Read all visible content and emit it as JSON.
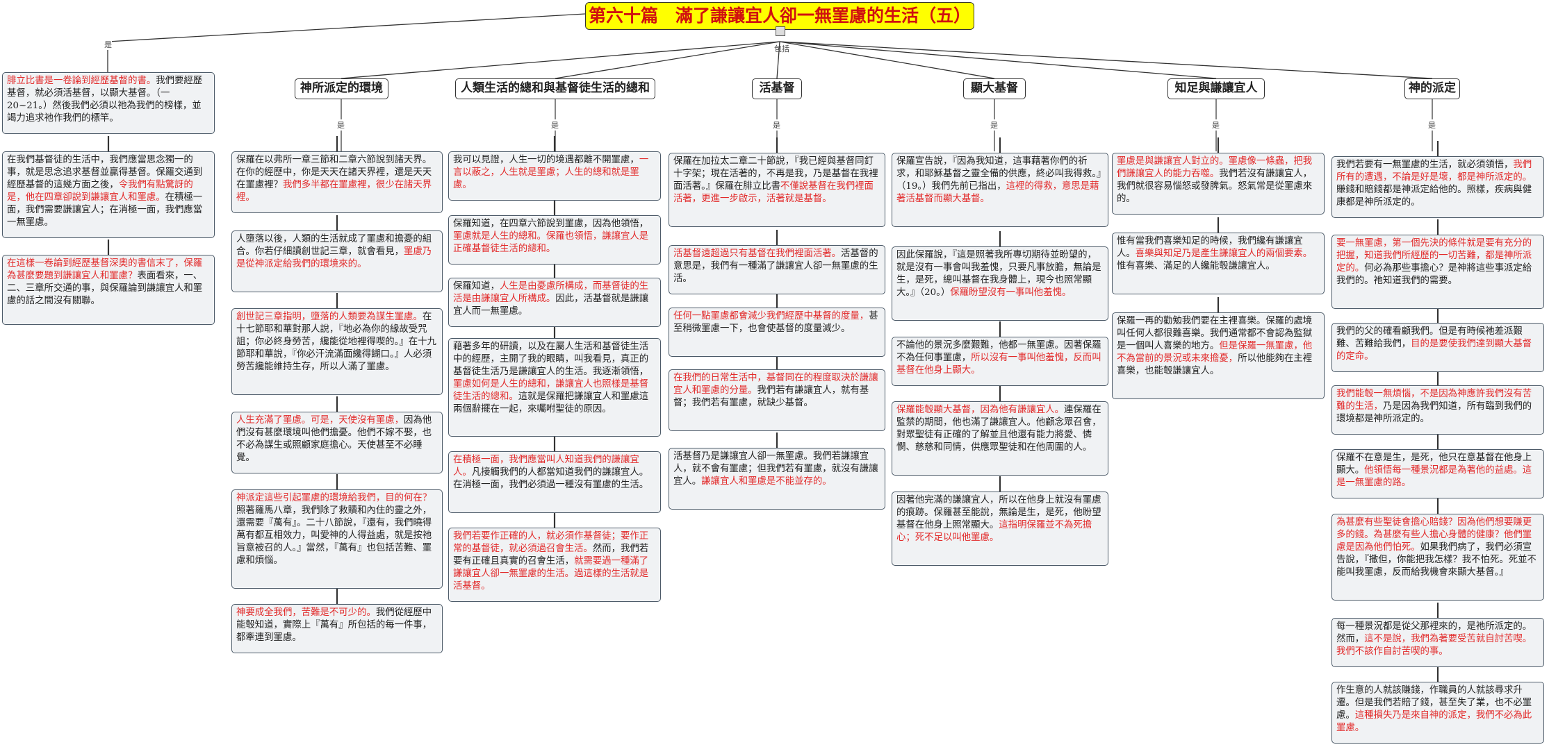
{
  "title": "第六十篇　滿了謙讓宜人卻一無罣慮的生活（五）",
  "connector": {
    "left": "是",
    "hub": "包括",
    "sub": "是"
  },
  "columns": [
    {
      "id": "intro",
      "heading": "",
      "boxes": [
        [
          {
            "t": "腓立比書是一卷論到經歷基督的書。",
            "r": true
          },
          {
            "t": "我們要經歷基督，就必須活基督，以顯大基督。（一20~21。）然後我們必須以祂為我們的榜樣，並竭力追求祂作我們的標竿。",
            "r": false
          }
        ],
        [
          {
            "t": "在我們基督徒的生活中，我們應當思念獨一的事，就是思念追求基督並贏得基督。保羅交通到經歷基督的這幾方面之後，",
            "r": false
          },
          {
            "t": "令我們有點驚訝的是，他在四章卻說到謙讓宜人和罣慮。",
            "r": true
          },
          {
            "t": "在積極一面，我們需要謙讓宜人；在消極一面，我們應當一無罣慮。",
            "r": false
          }
        ],
        [
          {
            "t": "在這樣一卷論到經歷基督深奧的書信末了，保羅為甚麼要題到謙讓宜人和罣慮？",
            "r": true
          },
          {
            "t": "表面看來，一、二、三章所交通的事，與保羅論到謙讓宜人和罣慮的話之間沒有關聯。",
            "r": false
          }
        ]
      ]
    },
    {
      "id": "env",
      "heading": "神所派定的環境",
      "boxes": [
        [
          {
            "t": "保羅在以弗所一章三節和二章六節說到諸天界。在你的經歷中，你是天天在諸天界裡，還是天天在罣慮裡？",
            "r": false
          },
          {
            "t": "我們多半都在罣慮裡，很少在諸天界裡。",
            "r": true
          }
        ],
        [
          {
            "t": "人墮落以後，人類的生活就成了罣慮和擔憂的組合。你若仔細讀創世記三章，就會看見，",
            "r": false
          },
          {
            "t": "罣慮乃是從神派定給我們的環境來的。",
            "r": true
          }
        ],
        [
          {
            "t": "創世記三章指明，墮落的人類要為謀生罣慮。",
            "r": true
          },
          {
            "t": "在十七節耶和華對那人說，『地必為你的緣故受咒詛；你必終身勞苦，纔能從地裡得喫的。』在十九節耶和華說，『你必汗流滿面纔得餬口。』人必須勞苦纔能維持生存，所以人滿了罣慮。",
            "r": false
          }
        ],
        [
          {
            "t": "人生充滿了罣慮。可是，天使沒有罣慮，",
            "r": true
          },
          {
            "t": "因為他們沒有甚麼環境叫他們擔憂。他們不嫁不娶，也不必為謀生或照顧家庭擔心。天使甚至不必睡覺。",
            "r": false
          }
        ],
        [
          {
            "t": "神派定這些引起罣慮的環境給我們，目的何在？",
            "r": true
          },
          {
            "t": "照著羅馬八章，我們除了救贖和內住的靈之外，還需要『萬有』。二十八節說，『還有，我們曉得萬有都互相效力，叫愛神的人得益處，就是按祂旨意被召的人。』當然，『萬有』也包括苦難、罣慮和煩惱。",
            "r": false
          }
        ],
        [
          {
            "t": "神要成全我們，苦難是不可少的。",
            "r": true
          },
          {
            "t": "我們從經歷中能彀知道，實際上『萬有』所包括的每一件事，都牽連到罣慮。",
            "r": false
          }
        ]
      ]
    },
    {
      "id": "sum",
      "heading": "人類生活的總和與基督徒生活的總和",
      "boxes": [
        [
          {
            "t": "我可以見證，人生一切的境遇都離不開罣慮，",
            "r": false
          },
          {
            "t": "一言以蔽之，人生就是罣慮；人生的總和就是罣慮。",
            "r": true
          }
        ],
        [
          {
            "t": "保羅知道，在四章六節說到罣慮，因為他領悟，",
            "r": false
          },
          {
            "t": "罣慮就是人生的總和。保羅也領悟，謙讓宜人是正確基督徒生活的總和。",
            "r": true
          }
        ],
        [
          {
            "t": "保羅知道，",
            "r": false
          },
          {
            "t": "人生是由憂慮所構成，而基督徒的生活是由謙讓宜人所構成。",
            "r": true
          },
          {
            "t": "因此，活基督就是謙讓宜人而一無罣慮。",
            "r": false
          }
        ],
        [
          {
            "t": "藉著多年的研讀，以及在屬人生活和基督徒生活中的經歷，主開了我的眼睛，叫我看見，真正的基督徒生活乃是謙讓宜人的生活。我逐漸領悟，",
            "r": false
          },
          {
            "t": "罣慮如何是人生的總和，謙讓宜人也照樣是基督徒生活的總和。",
            "r": true
          },
          {
            "t": "這就是保羅把謙讓宜人和罣慮這兩個辭擺在一起，來囑咐聖徒的原因。",
            "r": false
          }
        ],
        [
          {
            "t": "在積極一面，我們應當叫人知道我們的謙讓宜人。",
            "r": true
          },
          {
            "t": "凡接觸我們的人都當知道我們的謙讓宜人。在消極一面，我們必須過一種沒有罣慮的生活。",
            "r": false
          }
        ],
        [
          {
            "t": "我們若要作正確的人，就必須作基督徒；要作正常的基督徒，就必須過召會生活。",
            "r": true
          },
          {
            "t": "然而，我們若要有正確且真實的召會生活，",
            "r": false
          },
          {
            "t": "就需要過一種滿了謙讓宜人卻一無罣慮的生活。過這樣的生活就是活基督。",
            "r": true
          }
        ]
      ]
    },
    {
      "id": "live",
      "heading": "活基督",
      "boxes": [
        [
          {
            "t": "保羅在加拉太二章二十節說，『我已經與基督同釘十字架；現在活著的，不再是我，乃是基督在我裡面活著。』保羅在腓立比書",
            "r": false
          },
          {
            "t": "不僅說基督在我們裡面活著，更進一步啟示，活著就是基督。",
            "r": true
          }
        ],
        [
          {
            "t": "活基督遠超過只有基督在我們裡面活著。",
            "r": true
          },
          {
            "t": "活基督的意思是，我們有一種滿了謙讓宜人卻一無罣慮的生活。",
            "r": false
          }
        ],
        [
          {
            "t": "任何一點罣慮都會減少我們經歷中基督的度量，",
            "r": true
          },
          {
            "t": "甚至稍微罣慮一下，也會使基督的度量減少。",
            "r": false
          }
        ],
        [
          {
            "t": "在我們的日常生活中，基督同在的程度取決於謙讓宜人和罣慮的分量。",
            "r": true
          },
          {
            "t": "我們若有謙讓宜人，就有基督；我們若有罣慮，就缺少基督。",
            "r": false
          }
        ],
        [
          {
            "t": "活基督乃是謙讓宜人卻一無罣慮。我們若謙讓宜人，就不會有罣慮；但我們若有罣慮，就沒有謙讓宜人。",
            "r": false
          },
          {
            "t": "謙讓宜人和罣慮是不能並存的。",
            "r": true
          }
        ]
      ]
    },
    {
      "id": "magnify",
      "heading": "顯大基督",
      "boxes": [
        [
          {
            "t": "保羅宣告說，『因為我知道，這事藉著你們的祈求，和耶穌基督之靈全備的供應，終必叫我得救。』（19。）我們先前已指出，",
            "r": false
          },
          {
            "t": "這裡的得救，意思是藉著活基督而顯大基督。",
            "r": true
          }
        ],
        [
          {
            "t": "因此保羅說，『這是照著我所專切期待並盼望的，就是沒有一事會叫我羞愧，只要凡事放膽，無論是生，是死，總叫基督在我身體上，現今也照常顯大。』（20。）",
            "r": false
          },
          {
            "t": "保羅盼望沒有一事叫他羞愧。",
            "r": true
          }
        ],
        [
          {
            "t": "不論他的景況多麼艱難，他都一無罣慮。因著保羅不為任何事罣慮，",
            "r": false
          },
          {
            "t": "所以沒有一事叫他羞愧，反而叫基督在他身上顯大。",
            "r": true
          }
        ],
        [
          {
            "t": "保羅能彀顯大基督，因為他有謙讓宜人。",
            "r": true
          },
          {
            "t": "連保羅在監禁的期間，他也滿了謙讓宜人。他顧念眾召會，對眾聖徒有正確的了解並且他還有能力將愛、憐憫、慈慈和同情，供應眾聖徒和在他周圍的人。",
            "r": false
          }
        ],
        [
          {
            "t": "因著他完滿的謙讓宜人，所以在他身上就沒有罣慮的痕跡。保羅甚至能說，無論是生，是死，他盼望基督在他身上照常顯大。",
            "r": false
          },
          {
            "t": "這指明保羅並不為死擔心；死不足以叫他罣慮。",
            "r": true
          }
        ]
      ]
    },
    {
      "id": "content",
      "heading": "知足與謙讓宜人",
      "boxes": [
        [
          {
            "t": "罣慮是與謙讓宜人對立的。罣慮像一條蟲，把我們謙讓宜人的能力吞噬。",
            "r": true
          },
          {
            "t": "我們若沒有謙讓宜人，我們就很容易惱怒或發脾氣。怒氣常是從罣慮來的。",
            "r": false
          }
        ],
        [
          {
            "t": "惟有當我們喜樂知足的時候，我們纔有謙讓宜人。",
            "r": false
          },
          {
            "t": "喜樂與知足乃是產生謙讓宜人的兩個要素。",
            "r": true
          },
          {
            "t": "惟有喜樂、滿足的人纔能彀謙讓宜人。",
            "r": false
          }
        ],
        [
          {
            "t": "保羅一再的勸勉我們要在主裡喜樂。保羅的處境叫任何人都很難喜樂。我們通常都不會認為監獄是一個叫人喜樂的地方。",
            "r": false
          },
          {
            "t": "但是保羅一無罣慮，他不為當前的景況或未來擔憂，",
            "r": true
          },
          {
            "t": "所以他能夠在主裡喜樂，也能彀謙讓宜人。",
            "r": false
          }
        ]
      ]
    },
    {
      "id": "ordain",
      "heading": "神的派定",
      "boxes": [
        [
          {
            "t": "我們若要有一無罣慮的生活，就必須領悟，",
            "r": false
          },
          {
            "t": "我們所有的遭遇，不論是好是壞，都是神所派定的。",
            "r": true
          },
          {
            "t": "賺錢和賠錢都是神派定給他的。照樣，疾病與健康都是神所派定的。",
            "r": false
          }
        ],
        [
          {
            "t": "要一無罣慮，第一個先決的條件就是要有充分的把握，知道我們所經歷的一切苦難，都是神所派定的。",
            "r": true
          },
          {
            "t": "何必為那些事擔心？是神將這些事派定給我們的。祂知道我們的需要。",
            "r": false
          }
        ],
        [
          {
            "t": "我們的父的確看顧我們。但是有時候祂差派艱難、苦難給我們，",
            "r": false
          },
          {
            "t": "目的是要使我們達到顯大基督的定命。",
            "r": true
          }
        ],
        [
          {
            "t": "我們能彀一無煩惱，不是因為神應許我們沒有苦難的生活，",
            "r": true
          },
          {
            "t": "乃是因為我們知道，所有臨到我們的環境都是神所派定的。",
            "r": false
          }
        ],
        [
          {
            "t": "保羅不在意是生，是死，他只在意基督在他身上顯大。",
            "r": false
          },
          {
            "t": "他領悟每一種景況都是為著他的益處。這是一無罣慮的路。",
            "r": true
          }
        ],
        [
          {
            "t": "為甚麼有些聖徒會擔心賠錢？因為他們想要賺更多的錢。為甚麼有些人擔心身體的健康？他們罣慮是因為他們怕死。",
            "r": true
          },
          {
            "t": "如果我們病了，我們必須宣告說，『撒但，你能把我怎樣？我不怕死。死並不能叫我罣慮，反而給我機會來顯大基督。』",
            "r": false
          }
        ],
        [
          {
            "t": "每一種景況都是從父那裡來的，是祂所派定的。然而，",
            "r": false
          },
          {
            "t": "這不是說，我們為著要受苦就自討苦喫。我們不該作自討苦喫的事。",
            "r": true
          }
        ],
        [
          {
            "t": "作生意的人就該賺錢，作職員的人就該尋求升遷。但是我們若賠了錢，甚至失了業，也不必罣慮。",
            "r": false
          },
          {
            "t": "這種損失乃是來自神的派定，我們不必為此罣慮。",
            "r": true
          }
        ]
      ]
    }
  ]
}
